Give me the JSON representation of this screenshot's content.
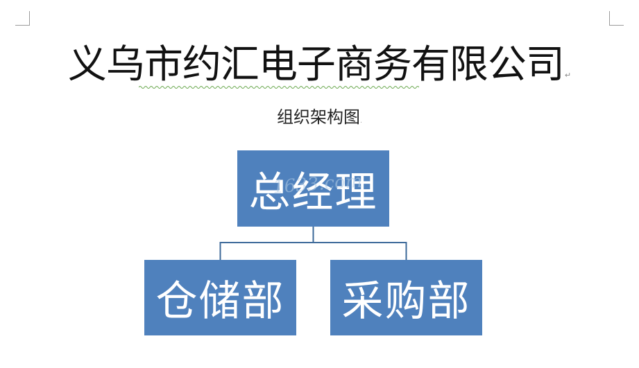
{
  "document": {
    "title": "义乌市约汇电子商务有限公司",
    "paragraph_mark": "↵",
    "subtitle": "组织架构图",
    "subtitle_mark": "."
  },
  "org_chart": {
    "root": {
      "label": "总经理"
    },
    "children": [
      {
        "label": "仓储部"
      },
      {
        "label": "采购部"
      }
    ],
    "box_color": "#4f81bd",
    "text_color": "#ffffff",
    "connector_color": "#3d6a99"
  },
  "watermark": {
    "text": "1633.com"
  },
  "colors": {
    "spellcheck_squiggle": "#6aa84f",
    "corner_marks": "#9a9a9a"
  }
}
